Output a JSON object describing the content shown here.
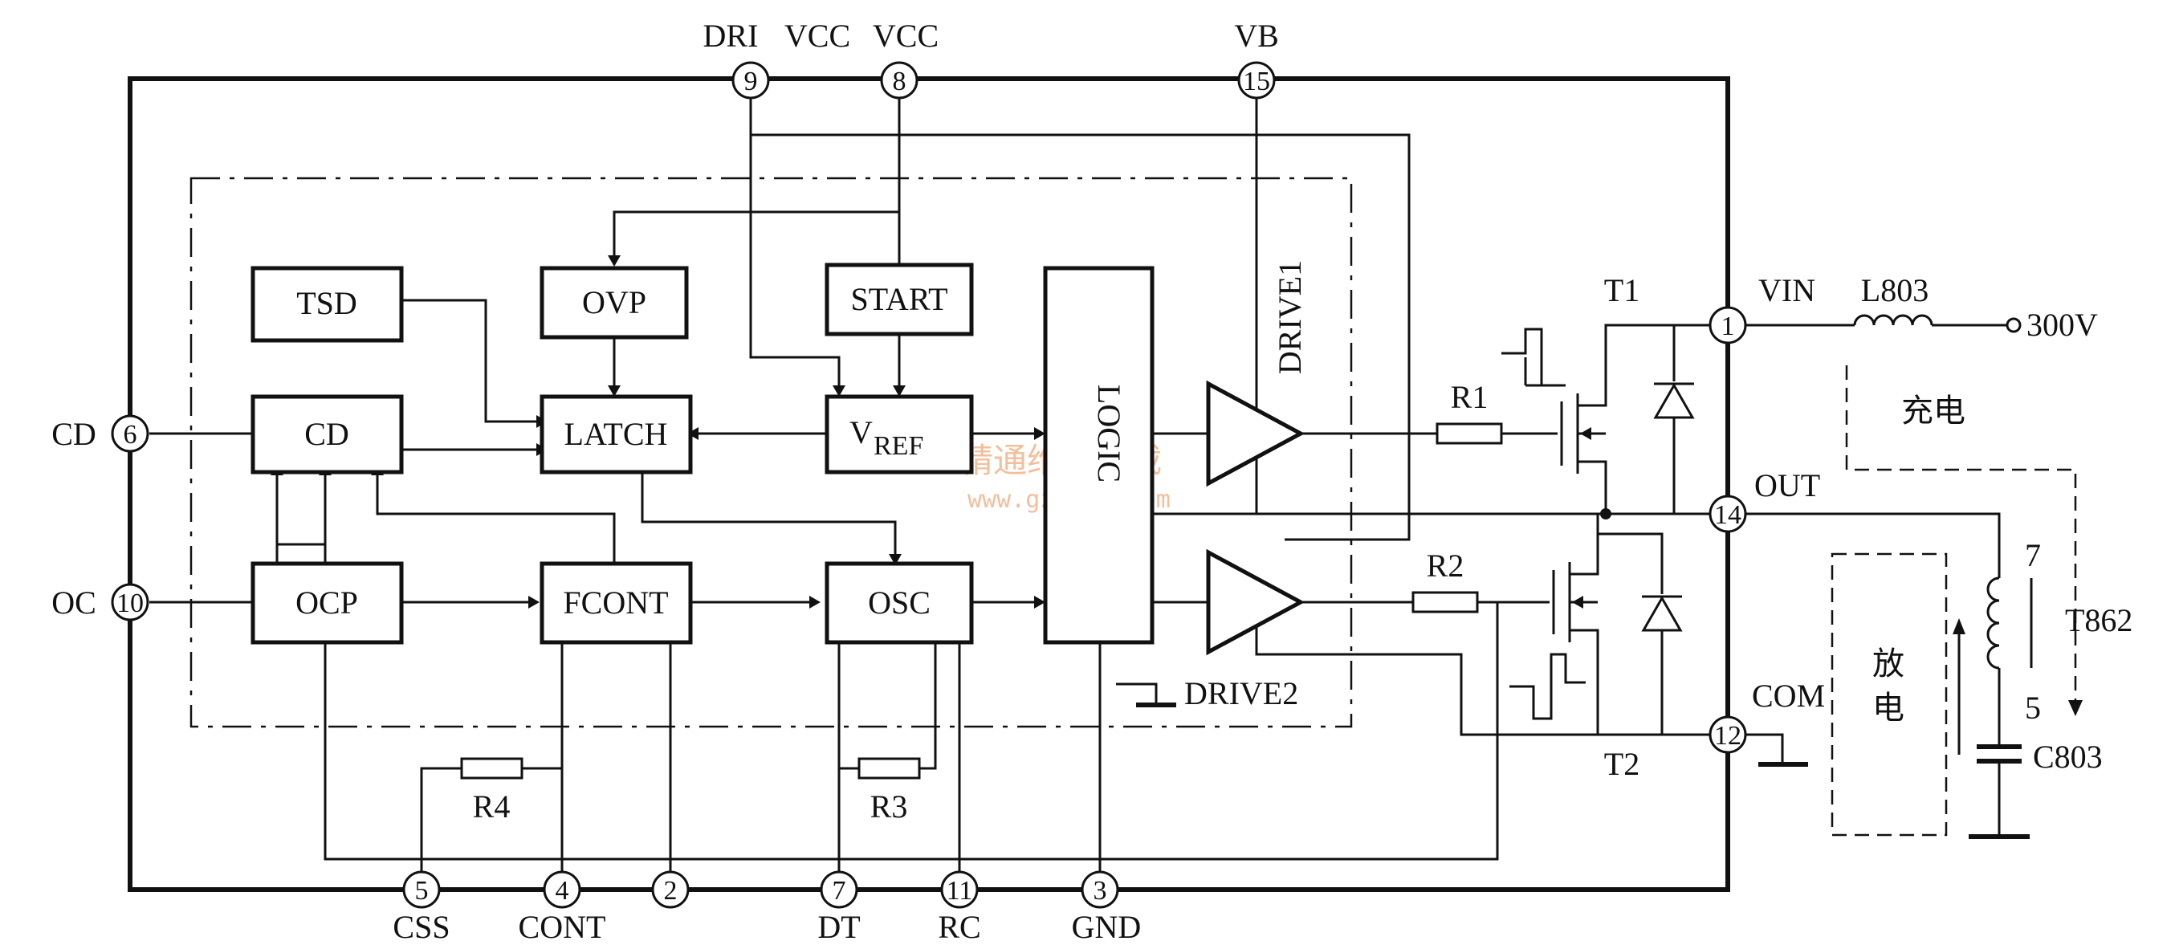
{
  "blocks": {
    "tsd": "TSD",
    "ovp": "OVP",
    "start": "START",
    "latch": "LATCH",
    "vref_main": "V",
    "vref_sub": "REF",
    "cd": "CD",
    "ocp": "OCP",
    "fcont": "FCONT",
    "osc": "OSC",
    "logic": "LOGIC"
  },
  "pins": {
    "p1": "1",
    "p2": "2",
    "p3": "3",
    "p4": "4",
    "p5": "5",
    "p6": "6",
    "p7": "7",
    "p8": "8",
    "p9": "9",
    "p10": "10",
    "p11": "11",
    "p12": "12",
    "p14": "14",
    "p15": "15"
  },
  "pin_labels": {
    "dri": "DRI",
    "vcc1": "VCC",
    "vcc2": "VCC",
    "vb": "VB",
    "cd": "CD",
    "oc": "OC",
    "css": "CSS",
    "cont": "CONT",
    "dt": "DT",
    "rc": "RC",
    "gnd": "GND",
    "vin": "VIN",
    "out": "OUT",
    "com": "COM"
  },
  "components": {
    "r1": "R1",
    "r2": "R2",
    "r3": "R3",
    "r4": "R4",
    "t1": "T1",
    "t2": "T2",
    "drive1": "DRIVE1",
    "drive2": "DRIVE2",
    "l803": "L803",
    "v300": "300V",
    "t862": "T862",
    "c803": "C803",
    "coil_top": "7",
    "coil_bottom": "5"
  },
  "annotations": {
    "charge": "充电",
    "discharge_1": "放",
    "discharge_2": "电"
  },
  "watermark": {
    "cn": "精通维修下载",
    "url": "www.gzweix.com"
  }
}
